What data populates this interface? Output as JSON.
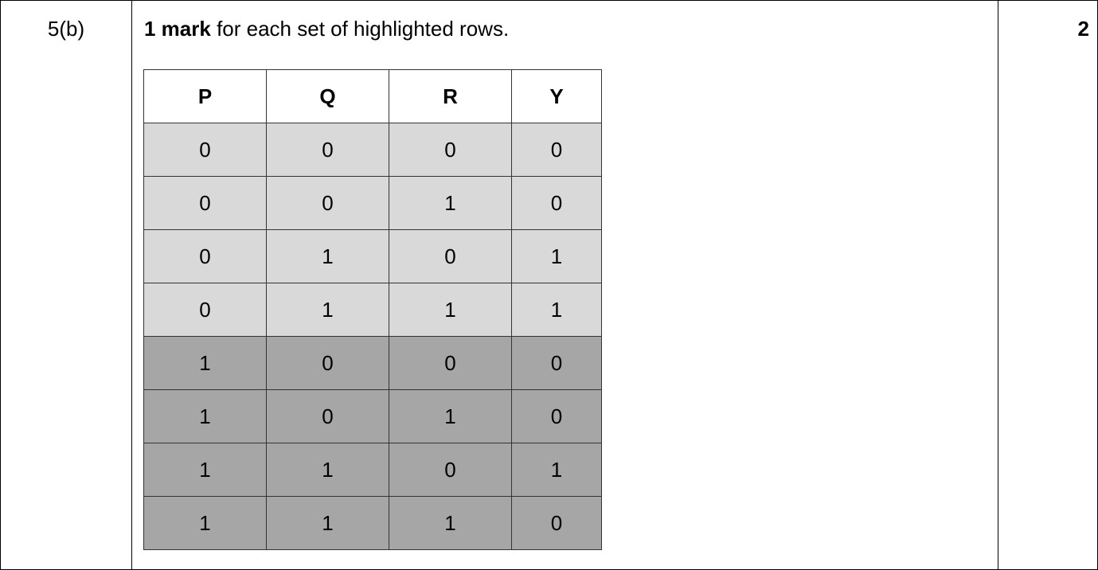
{
  "question": {
    "number": "5(b)",
    "marks": "2"
  },
  "answer": {
    "instruction_bold": "1 mark",
    "instruction_rest": " for each set of highlighted rows.",
    "highlight_colors": {
      "set1": "#d9d9d9",
      "set2": "#a6a6a6"
    },
    "table": {
      "headers": [
        "P",
        "Q",
        "R",
        "Y"
      ],
      "rows": [
        {
          "set": "light",
          "cells": [
            "0",
            "0",
            "0",
            "0"
          ]
        },
        {
          "set": "light",
          "cells": [
            "0",
            "0",
            "1",
            "0"
          ]
        },
        {
          "set": "light",
          "cells": [
            "0",
            "1",
            "0",
            "1"
          ]
        },
        {
          "set": "light",
          "cells": [
            "0",
            "1",
            "1",
            "1"
          ]
        },
        {
          "set": "dark",
          "cells": [
            "1",
            "0",
            "0",
            "0"
          ]
        },
        {
          "set": "dark",
          "cells": [
            "1",
            "0",
            "1",
            "0"
          ]
        },
        {
          "set": "dark",
          "cells": [
            "1",
            "1",
            "0",
            "1"
          ]
        },
        {
          "set": "dark",
          "cells": [
            "1",
            "1",
            "1",
            "0"
          ]
        }
      ]
    }
  }
}
